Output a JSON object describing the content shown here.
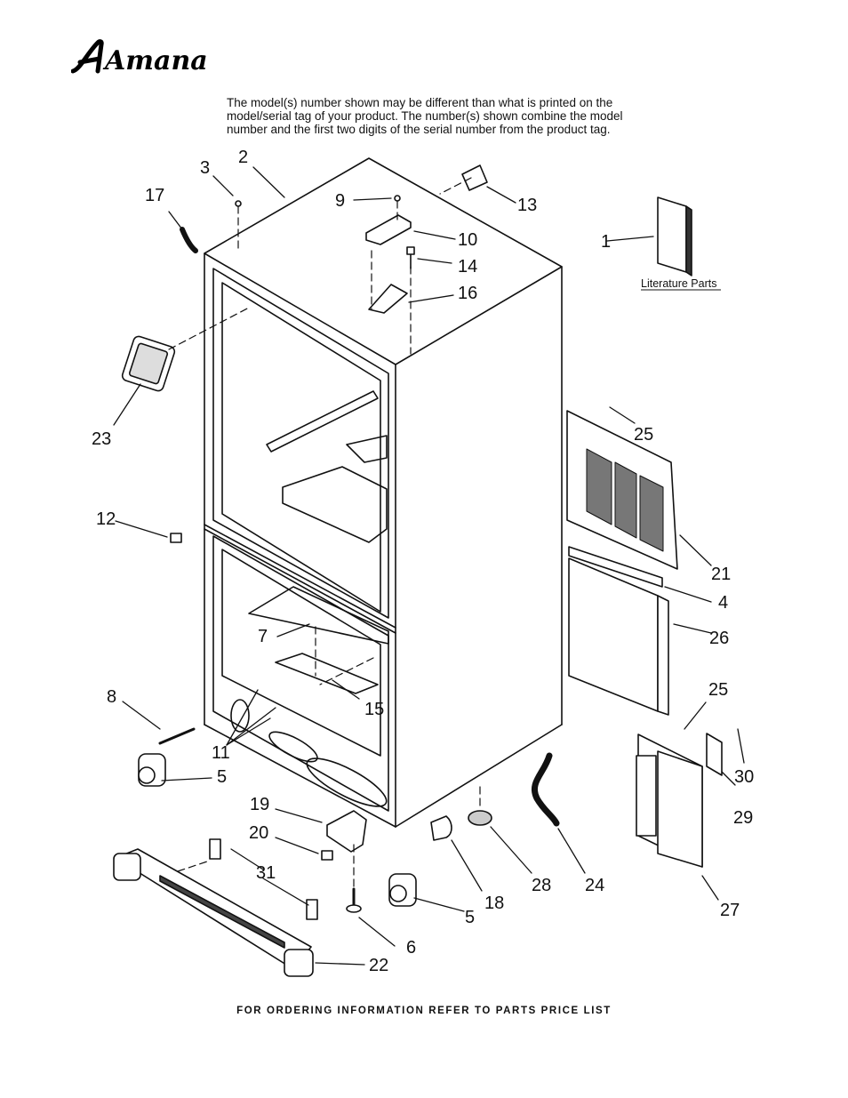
{
  "brand": "Amana",
  "note_lines": [
    "The model(s) number shown may be different than what is printed on the",
    "model/serial tag of your product. The number(s) shown combine the model",
    "number and the first two digits of the serial number from the product tag."
  ],
  "literature_label": "Literature Parts",
  "callouts": [
    "1",
    "2",
    "3",
    "4",
    "5",
    "5",
    "6",
    "7",
    "8",
    "9",
    "10",
    "11",
    "12",
    "13",
    "14",
    "15",
    "16",
    "17",
    "18",
    "19",
    "20",
    "21",
    "22",
    "23",
    "24",
    "25",
    "25",
    "26",
    "27",
    "28",
    "29",
    "30",
    "31"
  ],
  "footer": "FOR ORDERING INFORMATION REFER TO PARTS PRICE LIST"
}
